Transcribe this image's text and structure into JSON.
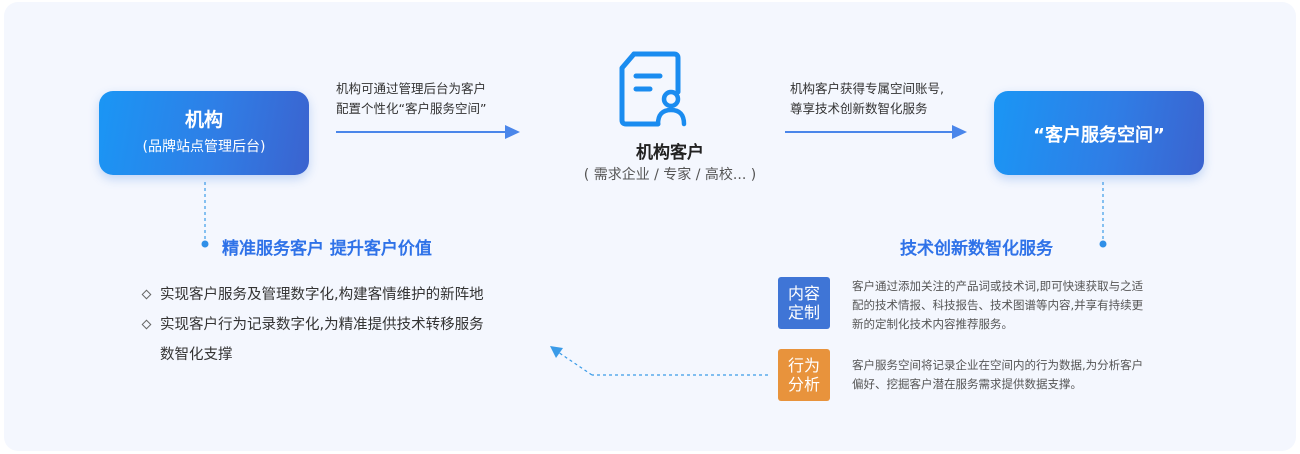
{
  "org_box": {
    "title": "机构",
    "subtitle": "(品牌站点管理后台)"
  },
  "space_box": {
    "title": "“客户服务空间”"
  },
  "caption_left": {
    "line1": "机构可通过管理后台为客户",
    "line2": "配置个性化“客户服务空间”"
  },
  "caption_right": {
    "line1": "机构客户获得专属空间账号,",
    "line2": "尊享技术创新数智化服务"
  },
  "center": {
    "title": "机构客户",
    "subtitle": "( 需求企业 / 专家 / 高校... )",
    "icon": "client-document-user-icon"
  },
  "left_heading": "精准服务客户  提升客户价值",
  "right_heading": "技术创新数智化服务",
  "left_bullets": {
    "b1": "实现客户服务及管理数字化,构建客情维护的新阵地",
    "b2_line1": "实现客户行为记录数字化,为精准提供技术转移服务",
    "b2_line2": "数智化支撑"
  },
  "features": {
    "content": {
      "tag_line1": "内容",
      "tag_line2": "定制",
      "desc_line1": "客户通过添加关注的产品词或技术词,即可快速获取与之适",
      "desc_line2": "配的技术情报、科技报告、技术图谱等内容,并享有持续更",
      "desc_line3": "新的定制化技术内容推荐服务。"
    },
    "behavior": {
      "tag_line1": "行为",
      "tag_line2": "分析",
      "desc_line1": "客户服务空间将记录企业在空间内的行为数据,为分析客户",
      "desc_line2": "偏好、挖掘客户潜在服务需求提供数据支撑。"
    }
  },
  "colors": {
    "accent_blue": "#2f72e8",
    "arrow_blue": "#4a86ea",
    "tag_blue": "#3f75d6",
    "tag_orange": "#e8933c",
    "panel_bg": "#f4f7fe"
  }
}
